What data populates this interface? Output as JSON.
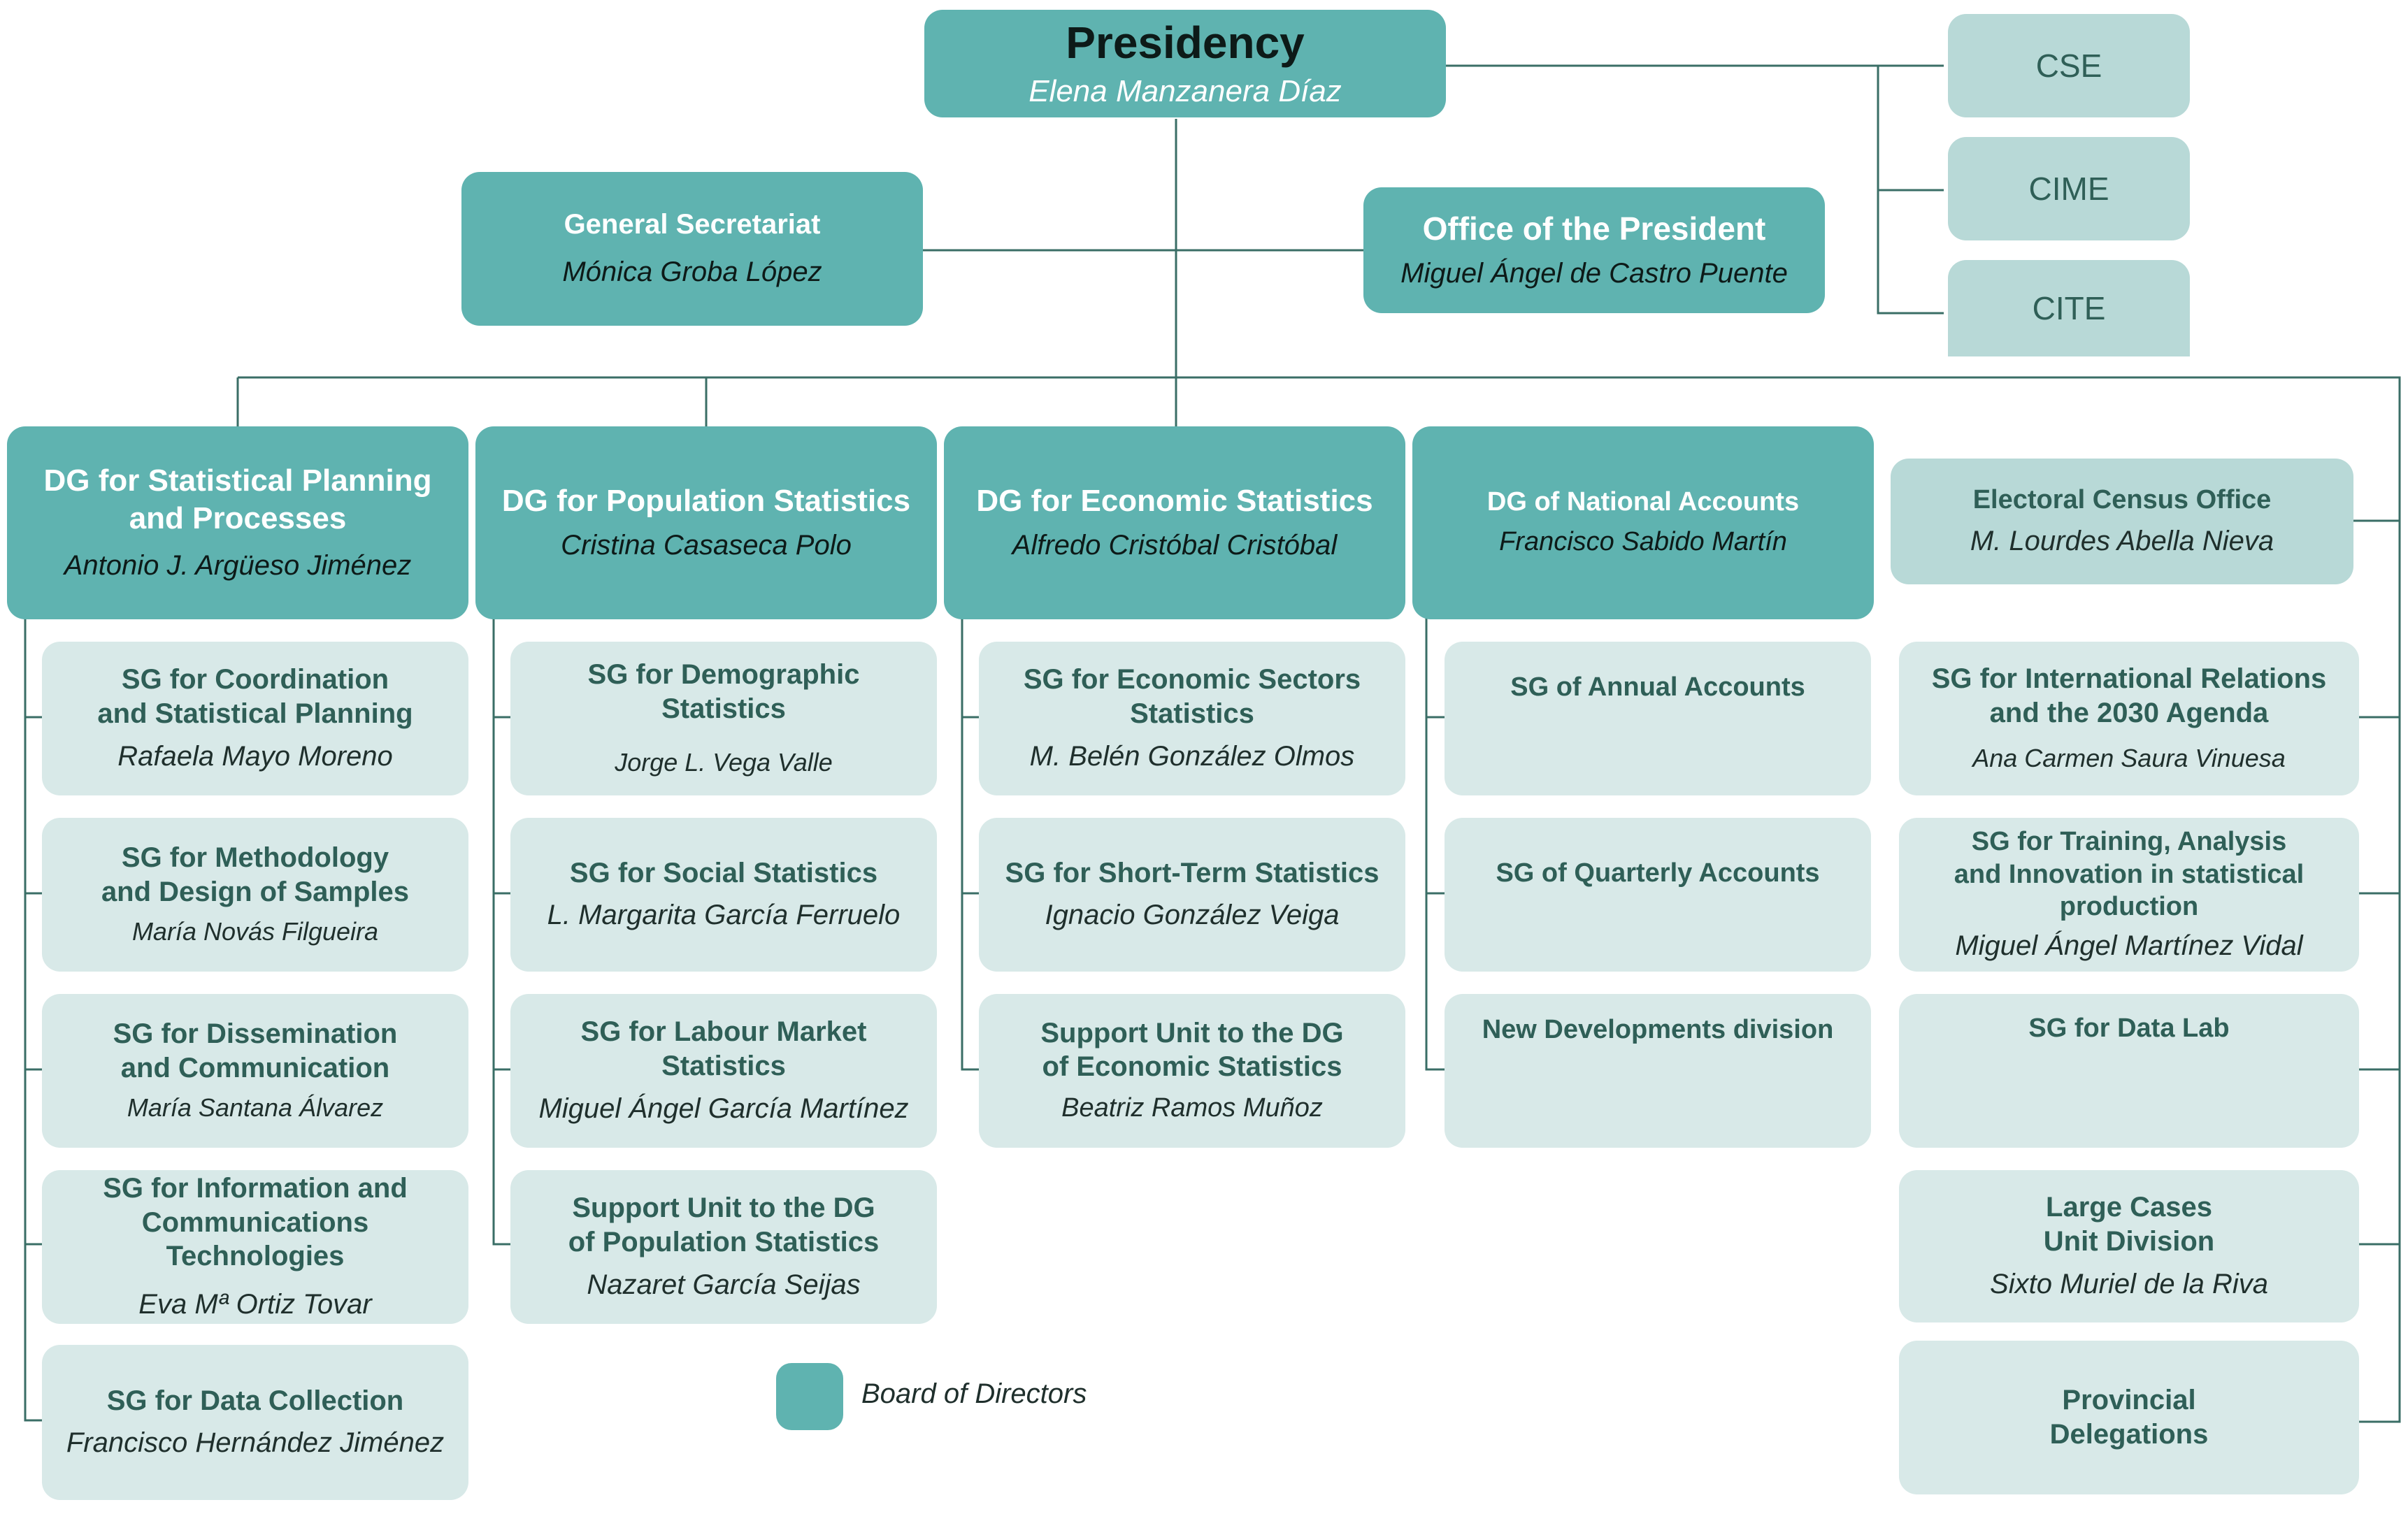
{
  "colors": {
    "board": "#5fb3b0",
    "unit": "#d8e9e8",
    "council": "#b8d9d7",
    "line": "#3a6e66"
  },
  "presidency": {
    "title": "Presidency",
    "person": "Elena Manzanera Díaz"
  },
  "councils": [
    "CSE",
    "CIME",
    "CITE"
  ],
  "general_secretariat": {
    "title": "General Secretariat",
    "person": "Mónica Groba López"
  },
  "office_president": {
    "title": "Office of the President",
    "person": "Miguel Ángel de Castro Puente"
  },
  "dg_planning": {
    "title": "DG for Statistical Planning\nand Processes",
    "person": "Antonio J. Argüeso Jiménez",
    "units": [
      {
        "title": "SG for Coordination\nand Statistical Planning",
        "person": "Rafaela Mayo Moreno"
      },
      {
        "title": "SG for Methodology\nand Design of Samples",
        "person": "María Novás Filgueira"
      },
      {
        "title": "SG for Dissemination\nand Communication",
        "person": "María Santana Álvarez"
      },
      {
        "title": "SG for Information and\nCommunications Technologies",
        "person": "Eva Mª Ortiz Tovar"
      },
      {
        "title": "SG for Data Collection",
        "person": "Francisco Hernández Jiménez"
      }
    ]
  },
  "dg_population": {
    "title": "DG for Population Statistics",
    "person": "Cristina Casaseca Polo",
    "units": [
      {
        "title": "SG for Demographic Statistics",
        "person": "Jorge L. Vega Valle"
      },
      {
        "title": "SG for Social Statistics",
        "person": "L. Margarita García Ferruelo"
      },
      {
        "title": "SG for Labour Market\nStatistics",
        "person": "Miguel Ángel García Martínez"
      },
      {
        "title": "Support Unit to the DG\nof Population Statistics",
        "person": "Nazaret García Seijas"
      }
    ]
  },
  "dg_economic": {
    "title": "DG for Economic Statistics",
    "person": "Alfredo Cristóbal Cristóbal",
    "units": [
      {
        "title": "SG for Economic Sectors\nStatistics",
        "person": "M. Belén González Olmos"
      },
      {
        "title": "SG for Short-Term Statistics",
        "person": "Ignacio González Veiga"
      },
      {
        "title": "Support Unit to the DG\nof Economic Statistics",
        "person": "Beatriz Ramos Muñoz"
      }
    ]
  },
  "dg_national": {
    "title": "DG of National Accounts",
    "person": "Francisco Sabido Martín",
    "units": [
      {
        "title": "SG of Annual Accounts"
      },
      {
        "title": "SG of Quarterly Accounts"
      },
      {
        "title": "New Developments division"
      }
    ]
  },
  "electoral": {
    "title": "Electoral Census Office",
    "person": "M. Lourdes Abella Nieva"
  },
  "right_units": [
    {
      "title": "SG for International Relations\nand the 2030 Agenda",
      "person": "Ana Carmen Saura Vinuesa"
    },
    {
      "title": "SG for Training, Analysis\nand Innovation in statistical\nproduction",
      "person": "Miguel Ángel Martínez Vidal"
    },
    {
      "title": "SG for Data Lab"
    },
    {
      "title": "Large Cases\nUnit Division",
      "person": "Sixto Muriel de la Riva"
    },
    {
      "title": "Provincial\nDelegations"
    }
  ],
  "legend": {
    "label": "Board of Directors"
  }
}
